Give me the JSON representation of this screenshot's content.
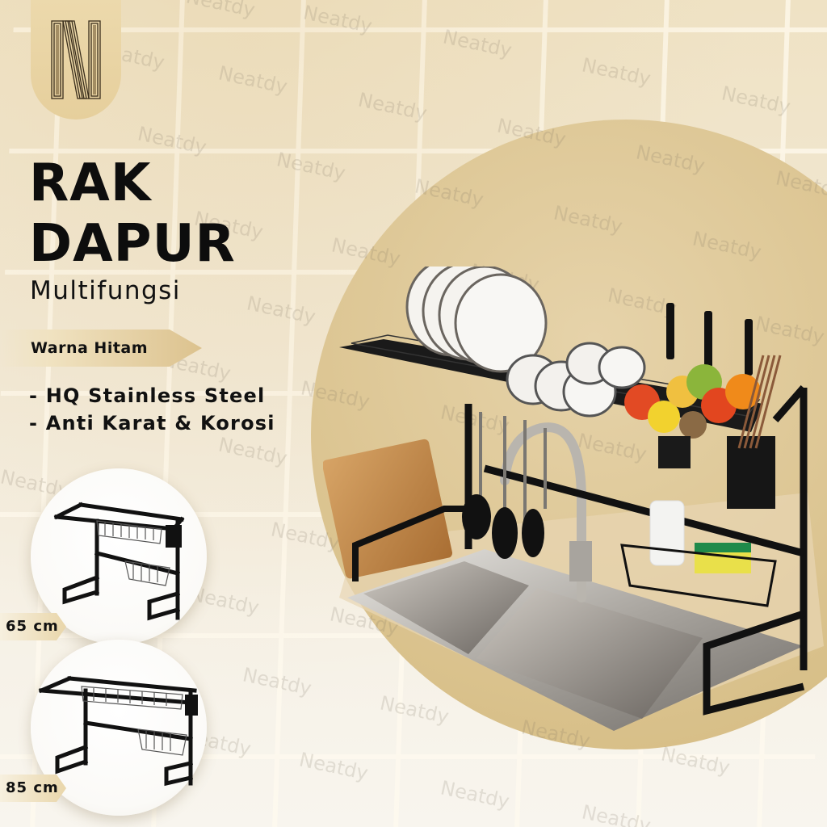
{
  "brand": {
    "logo_letter": "N",
    "watermark_text": "Neatdy",
    "colors": {
      "gold": "#dcc28e",
      "gold_light": "#ecd9ac",
      "text_dark": "#0d0d0d",
      "background_cream": "#f2e9d6"
    }
  },
  "headline": {
    "line1": "RAK",
    "line2": "DAPUR",
    "subtitle": "Multifungsi"
  },
  "color_option": {
    "label": "Warna Hitam"
  },
  "features": [
    "- HQ Stainless Steel",
    "- Anti Karat & Korosi"
  ],
  "variants": [
    {
      "size_label": "65 cm",
      "image": "rack-65cm-icon"
    },
    {
      "size_label": "85 cm",
      "image": "rack-85cm-icon"
    }
  ],
  "hero": {
    "image": "dish-rack-over-sink-photo",
    "items": [
      "plates",
      "bowls",
      "knives",
      "fruit-basket",
      "chopstick-holder",
      "hanging-utensils",
      "cutting-board",
      "faucet",
      "double-sink",
      "soap-basket",
      "sponge"
    ]
  }
}
